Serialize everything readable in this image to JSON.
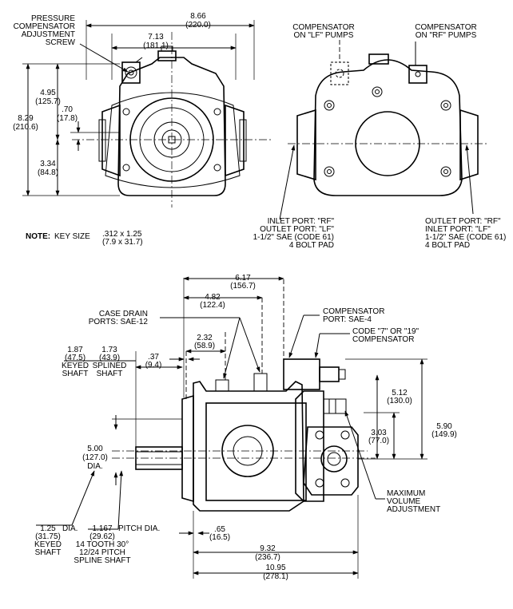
{
  "top_left_view": {
    "pressure_compensator_label": [
      "PRESSURE",
      "COMPENSATOR",
      "ADJUSTMENT",
      "SCREW"
    ],
    "dim_overall_width": [
      "8.66",
      "(220.0)"
    ],
    "dim_width": [
      "7.13",
      "(181.1)"
    ],
    "dim_height": [
      "8.29",
      "(210.6)"
    ],
    "dim_upper": [
      "4.95",
      "(125.7)"
    ],
    "dim_offset": [
      ".70",
      "(17.8)"
    ],
    "dim_lower": [
      "3.34",
      "(84.8)"
    ]
  },
  "top_right_view": {
    "comp_lf_label": [
      "COMPENSATOR",
      "ON \"LF\" PUMPS"
    ],
    "comp_rf_label": [
      "COMPENSATOR",
      "ON \"RF\" PUMPS"
    ],
    "port_left_label": [
      "INLET PORT:  \"RF\"",
      "OUTLET PORT:  \"LF\"",
      "1-1/2\" SAE (CODE 61)",
      "4 BOLT PAD"
    ],
    "port_right_label": [
      "OUTLET PORT:  \"RF\"",
      "INLET PORT:  \"LF\"",
      "1-1/2\" SAE (CODE 61)",
      "4 BOLT PAD"
    ]
  },
  "note": {
    "prefix": "NOTE:",
    "text": "KEY SIZE",
    "value_in": ".312 x 1.25",
    "value_mm": "(7.9 x 31.7)"
  },
  "side_view": {
    "dim_617": [
      "6.17",
      "(156.7)"
    ],
    "dim_482": [
      "4.82",
      "(122.4)"
    ],
    "case_drain_label": [
      "CASE DRAIN",
      "PORTS:  SAE-12"
    ],
    "dim_232": [
      "2.32",
      "(58.9)"
    ],
    "dim_037": [
      ".37",
      "(9.4)"
    ],
    "keyed_shaft_len": [
      "1.87",
      "(47.5)",
      "KEYED",
      "SHAFT"
    ],
    "splined_shaft_len": [
      "1.73",
      "(43.9)",
      "SPLINED",
      "SHAFT"
    ],
    "compensator_port_label": [
      "COMPENSATOR",
      "PORT:  SAE-4"
    ],
    "code_label": [
      "CODE \"7\" OR \"19\"",
      "COMPENSATOR"
    ],
    "dim_512": [
      "5.12",
      "(130.0)"
    ],
    "dim_590": [
      "5.90",
      "(149.9)"
    ],
    "dim_303": [
      "3.03",
      "(77.0)"
    ],
    "dim_500": [
      "5.00",
      "(127.0)",
      "DIA."
    ],
    "max_volume_label": [
      "MAXIMUM",
      "VOLUME",
      "ADJUSTMENT"
    ],
    "keyed_dia": [
      "1.25",
      "(31.75)",
      "KEYED",
      "SHAFT",
      "DIA."
    ],
    "pitch_dia": [
      "1.167",
      "(29.62)",
      "PITCH DIA."
    ],
    "spline_desc": [
      "14 TOOTH 30°",
      "12/24 PITCH",
      "SPLINE SHAFT"
    ],
    "dim_065": [
      ".65",
      "(16.5)"
    ],
    "dim_932": [
      "9.32",
      "(236.7)"
    ],
    "dim_1095": [
      "10.95",
      "(278.1)"
    ]
  }
}
